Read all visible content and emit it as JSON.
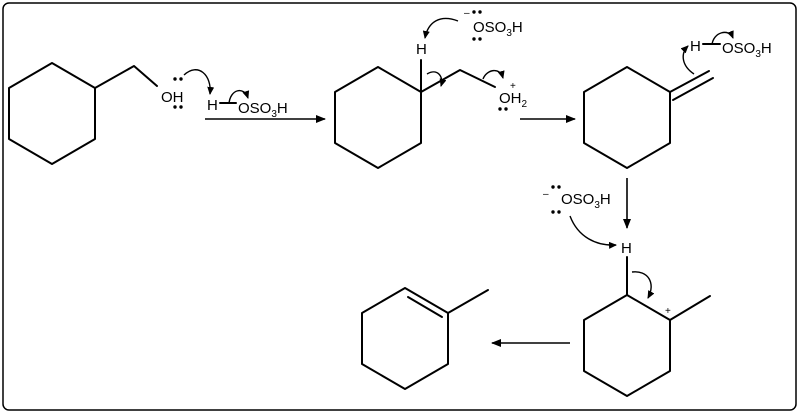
{
  "labels": {
    "oh": "OH",
    "h": "H",
    "oso3": "OSO",
    "sub3": "3",
    "tailH": "H",
    "oh2": "OH",
    "sub2": "2",
    "plus": "+",
    "minus": "–"
  },
  "colors": {
    "ink": "#000000",
    "frame": "#000000",
    "background": "#ffffff"
  }
}
